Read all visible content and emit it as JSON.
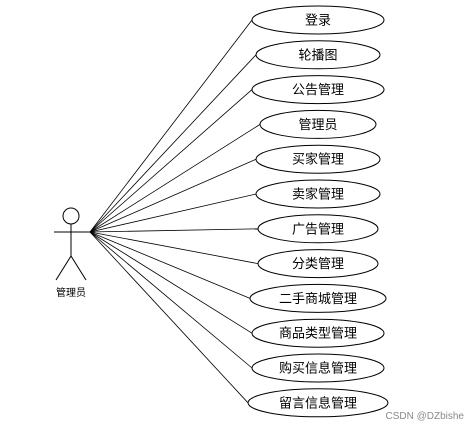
{
  "actor": {
    "label": "管理员"
  },
  "use_cases": [
    {
      "label": "登录"
    },
    {
      "label": "轮播图"
    },
    {
      "label": "公告管理"
    },
    {
      "label": "管理员"
    },
    {
      "label": "买家管理"
    },
    {
      "label": "卖家管理"
    },
    {
      "label": "广告管理"
    },
    {
      "label": "分类管理"
    },
    {
      "label": "二手商城管理"
    },
    {
      "label": "商品类型管理"
    },
    {
      "label": "购买信息管理"
    },
    {
      "label": "留言信息管理"
    }
  ],
  "watermark": "CSDN @DZbishe",
  "colors": {
    "stroke": "#000000",
    "background": "#ffffff",
    "watermark": "#8a8a8a"
  }
}
